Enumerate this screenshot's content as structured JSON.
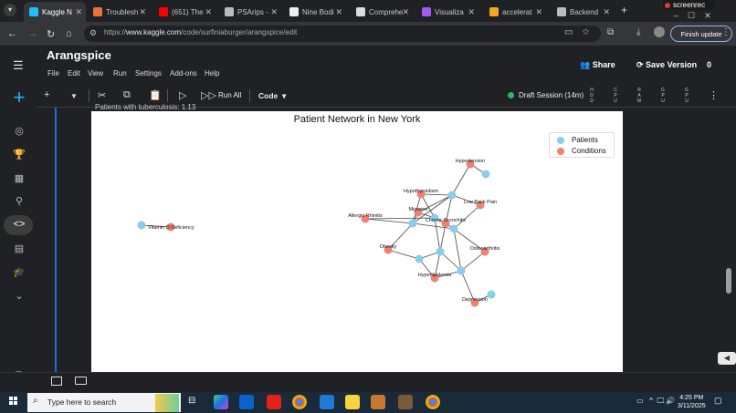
{
  "browser": {
    "tabs": [
      {
        "label": "Kaggle N",
        "active": true,
        "color": "#20beff"
      },
      {
        "label": "Troublesh",
        "active": false,
        "color": "#e8743b"
      },
      {
        "label": "(651) The",
        "active": false,
        "color": "#ff0000"
      },
      {
        "label": "PSArips -",
        "active": false,
        "color": "#bbbbbb"
      },
      {
        "label": "Nine Bodi",
        "active": false,
        "color": "#eeeeee"
      },
      {
        "label": "Comprehe",
        "active": false,
        "color": "#dddddd"
      },
      {
        "label": "Visualiza",
        "active": false,
        "color": "#a25cf0"
      },
      {
        "label": "accelerat",
        "active": false,
        "color": "#f5a623"
      },
      {
        "label": "Backend",
        "active": false,
        "color": "#bbbbbb"
      }
    ],
    "url_host": "www.kaggle.com",
    "url_path": "/code/surfiniaburger/arangspice/edit",
    "url_prefix": "https://",
    "finish_update": "Finish update",
    "screenrec": "screenrec"
  },
  "kaggle": {
    "title": "Arangspice",
    "menu": [
      "File",
      "Edit",
      "View",
      "Run",
      "Settings",
      "Add-ons",
      "Help"
    ],
    "share": "Share",
    "save_version": "Save Version",
    "save_count": "0",
    "run_all": "Run All",
    "cell_type": "Code",
    "session": "Draft Session (14m)",
    "resource_labels": [
      "H D D",
      "C P U",
      "R A M",
      "G P U",
      "G P U"
    ],
    "cut_output_text": "Patients with tuberculosis: 1.13"
  },
  "chart": {
    "title": "Patient Network in New York",
    "legend": [
      {
        "label": "Patients",
        "color": "#87ceeb"
      },
      {
        "label": "Conditions",
        "color": "#f08070"
      }
    ],
    "condition_labels": [
      "Hypertension",
      "Hypothyroidism",
      "Low Back Pain",
      "Migraine",
      "Chronic Bronchitis",
      "Allergic Rhinitis",
      "Obesity",
      "Osteoarthritis",
      "Hyperlipidemia",
      "Depression",
      "Vitamin D Deficiency"
    ]
  },
  "taskbar": {
    "search_placeholder": "Type here to search",
    "time": "4:25 PM",
    "date": "3/11/2025"
  }
}
